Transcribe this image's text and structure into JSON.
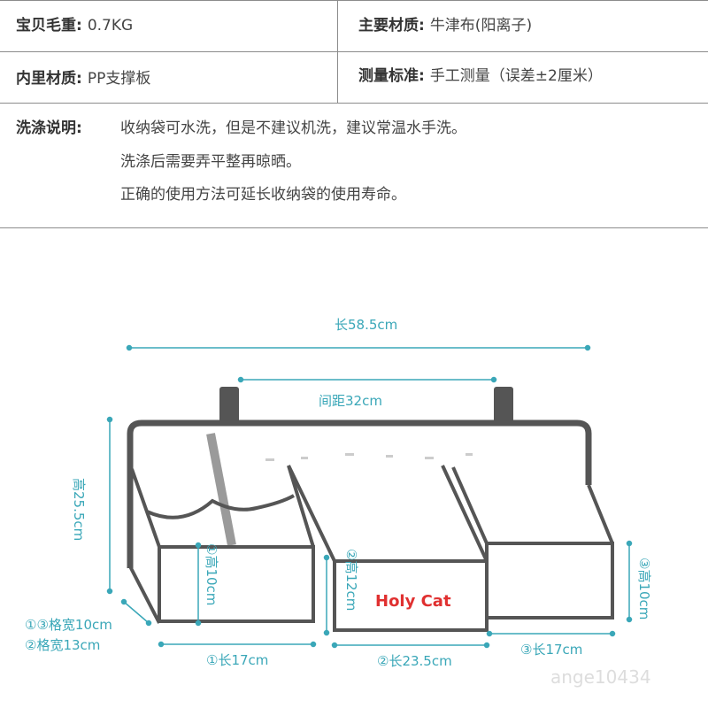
{
  "specs": {
    "weight": {
      "label": "宝贝毛重:",
      "value": "0.7KG"
    },
    "material": {
      "label": "主要材质:",
      "value": "牛津布(阳离子)"
    },
    "lining": {
      "label": "内里材质:",
      "value": "PP支撑板"
    },
    "measure": {
      "label": "测量标准:",
      "value": "手工测量（误差±2厘米）"
    }
  },
  "washing": {
    "label": "洗涤说明:",
    "lines": [
      "收纳袋可水洗，但是不建议机洗，建议常温水手洗。",
      "洗涤后需要弄平整再晾晒。",
      "正确的使用方法可延长收纳袋的使用寿命。"
    ]
  },
  "diagram": {
    "total_length": "长58.5cm",
    "hook_spacing": "间距32cm",
    "total_height": "高25.5cm",
    "pocket1_height": "①高10cm",
    "pocket2_height": "②高12cm",
    "pocket3_height": "③高10cm",
    "width_13": "①③格宽10cm",
    "width_2": "②格宽13cm",
    "pocket1_length": "①长17cm",
    "pocket2_length": "②长23.5cm",
    "pocket3_length": "③长17cm",
    "brand": "Holy Cat",
    "watermark": "ange10434",
    "colors": {
      "outline": "#555555",
      "dimension": "#3aa7b8",
      "brand": "#e03030",
      "strap": "#9a9a9a"
    }
  }
}
